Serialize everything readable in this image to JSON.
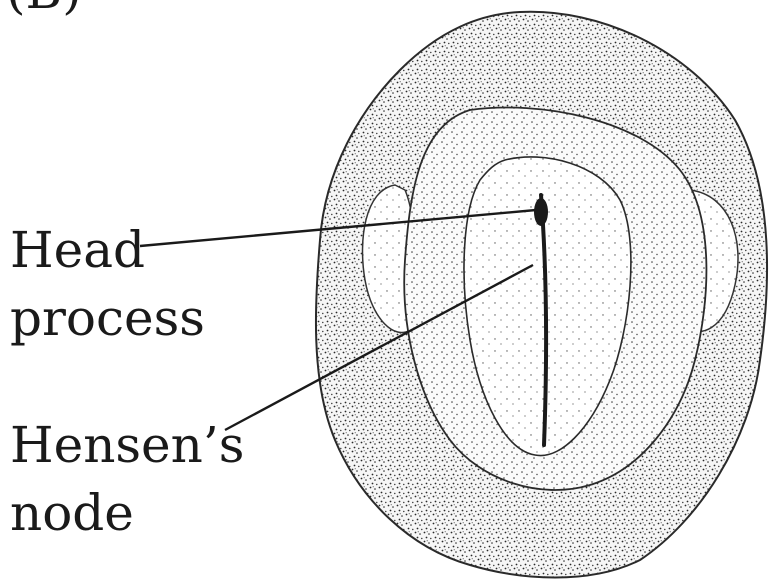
{
  "figure": {
    "panel_label": "(B)",
    "labels": {
      "head_process": {
        "line1": "Head",
        "line2": "process"
      },
      "hensens_node": {
        "line1": "Hensen’s",
        "line2": "node"
      }
    },
    "colors": {
      "ink": "#1a1a1a",
      "background": "#ffffff",
      "stipple_dense": "#2a2a2a",
      "stipple_light": "#6a6a6a"
    }
  }
}
